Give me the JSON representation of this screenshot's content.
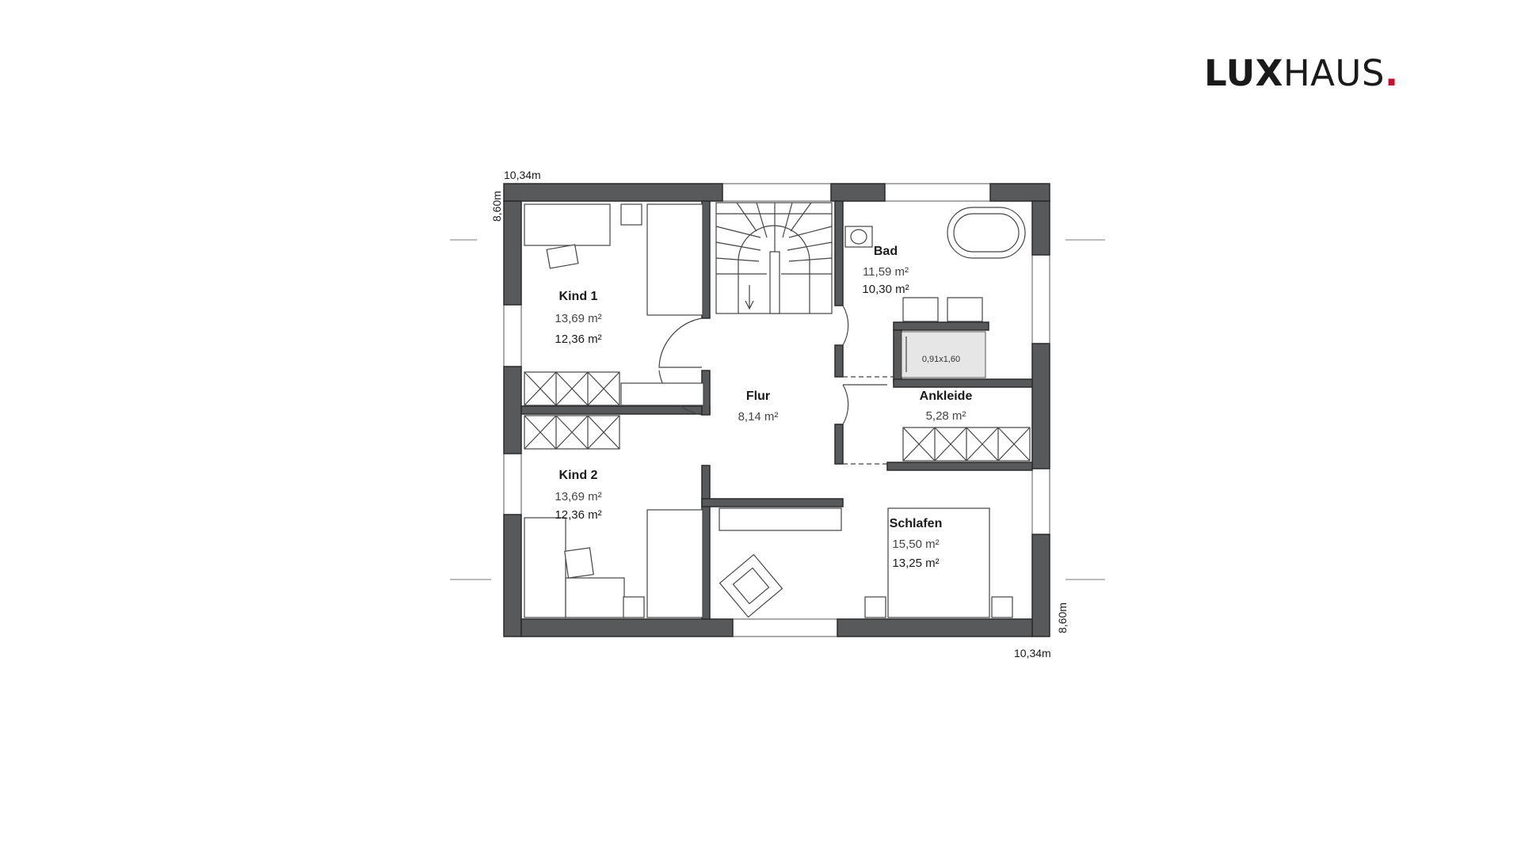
{
  "brand": {
    "part1": "LUX",
    "part2": "HAUS",
    "dot": "."
  },
  "dimensions": {
    "top_width": "10,34m",
    "top_height": "8,60m",
    "bottom_width": "10,34m",
    "bottom_height": "8,60m"
  },
  "rooms": {
    "kind1": {
      "name": "Kind 1",
      "area_gross": "13,69 m²",
      "area_net": "12,36 m²"
    },
    "kind2": {
      "name": "Kind 2",
      "area_gross": "13,69 m²",
      "area_net": "12,36 m²"
    },
    "flur": {
      "name": "Flur",
      "area": "8,14 m²"
    },
    "bad": {
      "name": "Bad",
      "area_gross": "11,59 m²",
      "area_net": "10,30 m²"
    },
    "shower": {
      "label": "0,91x1,60"
    },
    "ankleide": {
      "name": "Ankleide",
      "area": "5,28 m²"
    },
    "schlafen": {
      "name": "Schlafen",
      "area_gross": "15,50 m²",
      "area_net": "13,25 m²"
    }
  },
  "colors": {
    "wall": "#58595b",
    "brand_dot": "#c8102e",
    "text": "#1a1a1a"
  }
}
